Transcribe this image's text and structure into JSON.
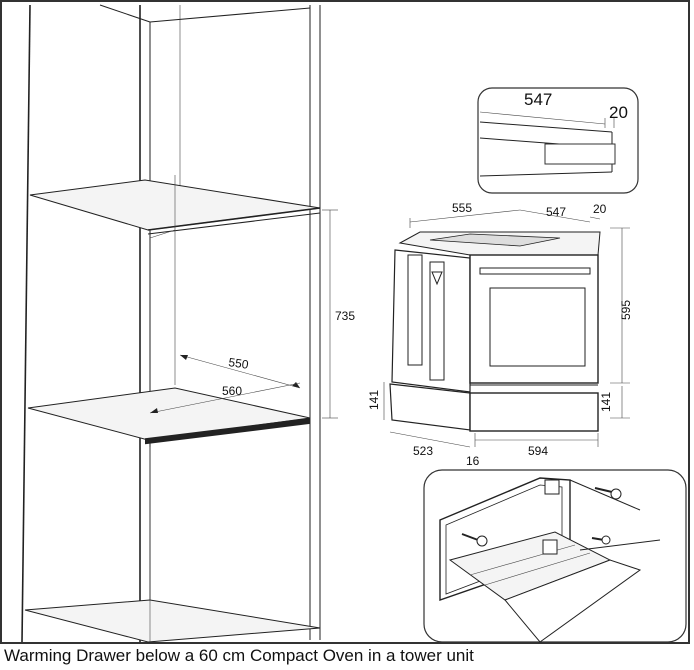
{
  "caption": "Warming Drawer below a 60 cm Compact Oven in a tower unit",
  "cabinet_dimensions": {
    "height": "735",
    "inner_depth": "550",
    "outer_depth": "560"
  },
  "detail_top": {
    "width": "547",
    "offset": "20"
  },
  "appliance_dimensions": {
    "top_depth": "555",
    "top_width": "547",
    "top_offset": "20",
    "oven_height": "595",
    "drawer_height_left": "141",
    "drawer_height_right": "141",
    "drawer_depth": "523",
    "front_gap": "16",
    "width": "594"
  },
  "icons": {
    "screw": "screw-icon",
    "bracket": "mounting-bracket-icon"
  }
}
